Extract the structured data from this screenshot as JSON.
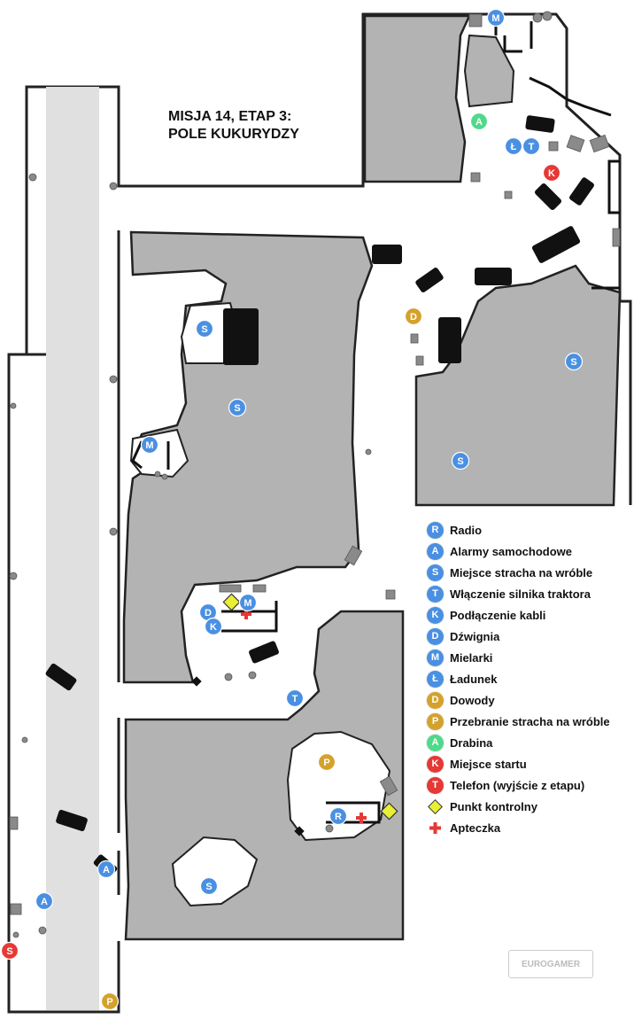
{
  "title": {
    "line1": "MISJA 14, ETAP 3:",
    "line2": "POLE KUKURYDZY"
  },
  "colors": {
    "blue": "#4a90e2",
    "yellow": "#d4a22c",
    "green": "#4fd98a",
    "red": "#e53935",
    "field": "#b3b3b3",
    "road": "#e0e0e0"
  },
  "legend": [
    {
      "letter": "R",
      "color": "#4a90e2",
      "label": "Radio"
    },
    {
      "letter": "A",
      "color": "#4a90e2",
      "label": "Alarmy samochodowe"
    },
    {
      "letter": "S",
      "color": "#4a90e2",
      "label": "Miejsce stracha na wróble"
    },
    {
      "letter": "T",
      "color": "#4a90e2",
      "label": "Włączenie silnika traktora"
    },
    {
      "letter": "K",
      "color": "#4a90e2",
      "label": "Podłączenie kabli"
    },
    {
      "letter": "D",
      "color": "#4a90e2",
      "label": "Dźwignia"
    },
    {
      "letter": "M",
      "color": "#4a90e2",
      "label": "Mielarki"
    },
    {
      "letter": "Ł",
      "color": "#4a90e2",
      "label": "Ładunek"
    },
    {
      "letter": "D",
      "color": "#d4a22c",
      "label": "Dowody"
    },
    {
      "letter": "P",
      "color": "#d4a22c",
      "label": "Przebranie stracha na wróble"
    },
    {
      "letter": "A",
      "color": "#4fd98a",
      "label": "Drabina"
    },
    {
      "letter": "K",
      "color": "#e53935",
      "label": "Miejsce startu"
    },
    {
      "letter": "T",
      "color": "#e53935",
      "label": "Telefon (wyjście z etapu)"
    },
    {
      "letter": "",
      "color": "#e8ef35",
      "label": "Punkt kontrolny",
      "icon": "checkpoint-diamond-icon"
    },
    {
      "letter": "",
      "color": "#e53935",
      "label": "Apteczka",
      "icon": "medkit-cross-icon"
    }
  ],
  "markers": [
    {
      "letter": "M",
      "color": "#4a90e2"
    },
    {
      "letter": "A",
      "color": "#4fd98a"
    },
    {
      "letter": "Ł",
      "color": "#4a90e2"
    },
    {
      "letter": "T",
      "color": "#4a90e2"
    },
    {
      "letter": "K",
      "color": "#e53935"
    },
    {
      "letter": "S",
      "color": "#4a90e2"
    },
    {
      "letter": "D",
      "color": "#d4a22c"
    },
    {
      "letter": "S",
      "color": "#4a90e2"
    },
    {
      "letter": "S",
      "color": "#4a90e2"
    },
    {
      "letter": "M",
      "color": "#4a90e2"
    },
    {
      "letter": "S",
      "color": "#4a90e2"
    },
    {
      "letter": "D",
      "color": "#4a90e2"
    },
    {
      "letter": "M",
      "color": "#4a90e2"
    },
    {
      "letter": "K",
      "color": "#4a90e2"
    },
    {
      "letter": "T",
      "color": "#4a90e2"
    },
    {
      "letter": "P",
      "color": "#d4a22c"
    },
    {
      "letter": "R",
      "color": "#4a90e2"
    },
    {
      "letter": "S",
      "color": "#4a90e2"
    },
    {
      "letter": "A",
      "color": "#4a90e2"
    },
    {
      "letter": "A",
      "color": "#4a90e2"
    },
    {
      "letter": "S",
      "color": "#e53935"
    },
    {
      "letter": "P",
      "color": "#d4a22c"
    }
  ],
  "watermark": "EUROGAMER"
}
